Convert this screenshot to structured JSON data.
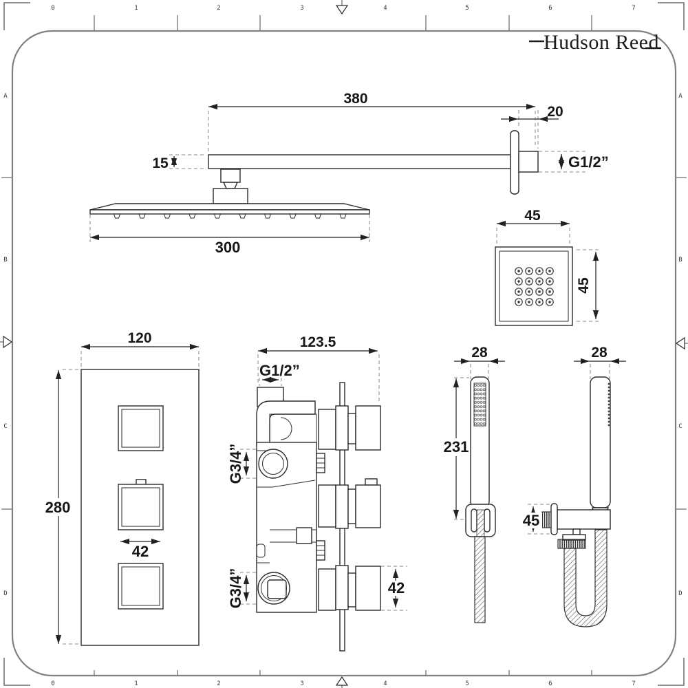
{
  "brand": {
    "logo": "Hudson Reed"
  },
  "frame": {
    "columns": [
      "0",
      "1",
      "2",
      "3",
      "4",
      "5",
      "6",
      "7"
    ],
    "rows": [
      "A",
      "B",
      "C",
      "D"
    ]
  },
  "dimensions": {
    "shower_arm": {
      "length": "380",
      "wall_offset": "20",
      "thickness": "15",
      "connection": "G1/2”"
    },
    "shower_head": {
      "width": "300"
    },
    "body_jet": {
      "width": "45",
      "height": "45"
    },
    "valve_front": {
      "plate_width": "120",
      "plate_height": "280",
      "handle_width": "42"
    },
    "valve_side": {
      "depth": "123.5",
      "top_connection": "G1/2”",
      "upper_outlet": "G3/4”",
      "lower_outlet": "G3/4”",
      "handle_depth": "42"
    },
    "handset_front": {
      "width": "28",
      "length": "231"
    },
    "handset_side": {
      "width": "28",
      "bracket_height": "45"
    }
  },
  "colors": {
    "line": "#2a2a2a",
    "frame": "#808080",
    "dashed": "#8a8a8a",
    "background": "#ffffff"
  }
}
